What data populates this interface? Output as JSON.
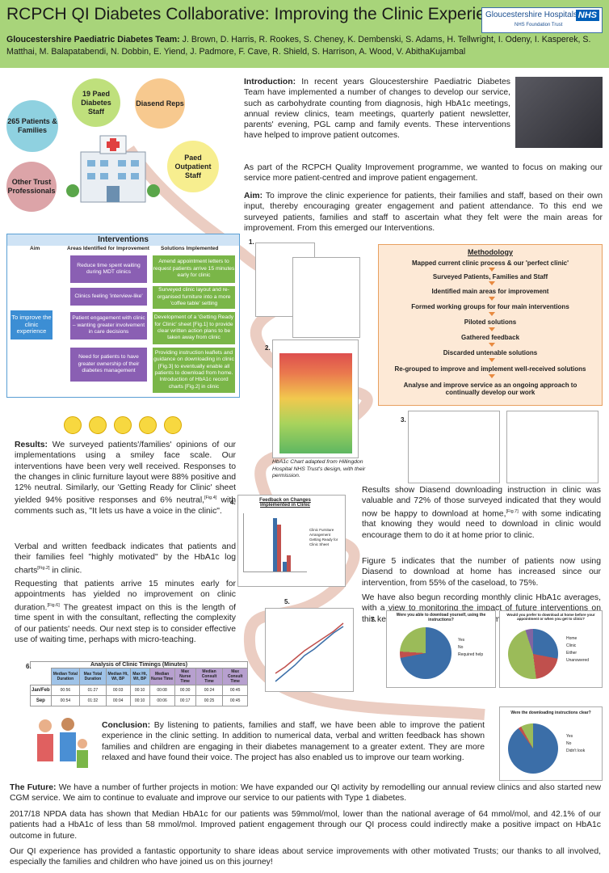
{
  "header": {
    "title": "RCPCH QI Diabetes Collaborative: Improving the Clinic Experience",
    "logo_name": "Gloucestershire Hospitals",
    "logo_nhs": "NHS",
    "logo_trust": "NHS Foundation Trust",
    "team_label": "Gloucestershire Paediatric Diabetes Team:",
    "team_members": "J. Brown, D. Harris, R. Rookes, S. Cheney, K. Dembenski, S. Adams, H. Tellwright, I. Odeny, I. Kasperek, S. Matthai, M. Balapatabendi, N. Dobbin, E. Yiend, J. Padmore, F. Cave, R. Shield, S. Harrison, A. Wood, V. AbithaKujambal"
  },
  "stakeholders": {
    "paed_staff": "19 Paed Diabetes Staff",
    "diasend_reps": "Diasend Reps",
    "patients": "265 Patients & Families",
    "outpatient": "Paed Outpatient Staff",
    "trust": "Other Trust Professionals"
  },
  "intro": {
    "label": "Introduction:",
    "text": "In recent years Gloucestershire Paediatric Diabetes Team have implemented a number of changes to develop our service, such as carbohydrate counting from diagnosis, high HbA1c meetings, annual review clinics, team meetings, quarterly patient newsletter, parents' evening, PGL camp and family events. These interventions have helped to improve patient outcomes.",
    "para2": "As part of the RCPCH Quality Improvement programme, we wanted to focus on making our service more patient-centred and improve patient engagement.",
    "aim_label": "Aim:",
    "aim_text": "To improve the clinic experience for patients, their families and staff, based on their own input, thereby encouraging greater engagement and patient attendance. To this end we surveyed patients, families and staff to ascertain what they felt were the main areas for improvement. From this emerged our Interventions."
  },
  "interventions": {
    "title": "Interventions",
    "col_aim": "Aim",
    "col_areas": "Areas Identified for Improvement",
    "col_solutions": "Solutions Implemented",
    "aim": "To improve the clinic experience",
    "areas": [
      "Reduce time spent waiting during MDT clinics",
      "Clinics feeling 'interview-like'",
      "Patient engagement with clinic – wanting greater involvement in care decisions",
      "Need for patients to have greater ownership of their diabetes management"
    ],
    "solutions": [
      "Amend appointment letters to request patients arrive 15 minutes early for clinic",
      "Surveyed clinic layout and re-organised furniture into a more 'coffee table' setting",
      "Development of a 'Getting Ready for Clinic' sheet [Fig.1] to provide clear written action plans to be taken away from clinic",
      "Providing instruction leaflets and guidance on downloading in clinic [Fig.3] to eventually enable all patients to download from home. Introduction of HbA1c record charts [Fig.2] in clinic"
    ]
  },
  "methodology": {
    "title": "Methodology",
    "steps": [
      "Mapped current clinic process & our 'perfect clinic'",
      "Surveyed Patients, Families and Staff",
      "Identified main areas for improvement",
      "Formed working groups for four main interventions",
      "Piloted solutions",
      "Gathered feedback",
      "Discarded untenable solutions",
      "Re-grouped to improve and implement well-received solutions",
      "Analyse and improve service as an ongoing approach to continually develop our work"
    ]
  },
  "figures": {
    "f1": "1.",
    "f2": "2.",
    "f3": "3.",
    "f4": "4.",
    "f5": "5.",
    "f6": "6.",
    "f7": "7.",
    "hba1c_caption": "HbA1c Chart adapted from Hillingdon Hospital NHS Trust's design, with their permission.",
    "feedback_title": "Feedback on Changes Implemented in Clinic",
    "feedback_legend": [
      "Clinic Furniture Arrangement",
      "Getting Ready for Clinic Sheet"
    ],
    "pie1_title": "Were you able to download yourself, using the instructions?",
    "pie1_legend": [
      "Yes",
      "No",
      "Required help"
    ],
    "pie2_title": "Would you prefer to download at home before your appointment or when you get to clinic?",
    "pie2_legend": [
      "Home",
      "Clinic",
      "Either",
      "Unanswered"
    ],
    "pie3_title": "Were the downloading instructions clear?",
    "pie3_legend": [
      "Yes",
      "No",
      "Didn't look"
    ]
  },
  "results": {
    "label": "Results:",
    "p1": "We surveyed patients'/families' opinions of our implementations using a smiley face scale. Our interventions have been very well received. Responses to the changes in clinic furniture layout were 88% positive and 12% neutral. Similarly, our 'Getting Ready for Clinic' sheet yielded 94% positive responses and 6% neutral,",
    "p1_ref": "[Fig.4]",
    "p1_end": " with comments such as, \"It lets us have a voice in the clinic\".",
    "p2": "Verbal and written feedback indicates that patients and their families feel \"highly motivated\" by the HbA1c log charts",
    "p2_ref": "[Fig.2]",
    "p2_end": " in clinic.",
    "p3": "Requesting that patients arrive 15 minutes early for appointments has yielded no improvement on clinic duration.",
    "p3_ref": "[Fig.6]",
    "p3_end": " The greatest impact on this is the length of time spent in with the consultant, reflecting the complexity of our patients' needs. Our next step is to consider effective use of waiting time, perhaps with micro-teaching."
  },
  "results_right": {
    "p1": "Results show Diasend downloading instruction in clinic was valuable and 72% of those surveyed indicated that they would now be happy to download at home,",
    "p1_ref": "[Fig.7]",
    "p1_end": " with some indicating that knowing they would need to download in clinic would encourage them to do it at home prior to clinic.",
    "p2": "Figure 5 indicates that the number of patients now using Diasend to download at home has increased since our intervention, from 55% of the caseload, to 75%.",
    "p3": "We have also begun recording monthly clinic HbA1c averages, with a view to monitoring the impact of future interventions on this key aspect of diabetes management."
  },
  "timing": {
    "title": "Analysis of Clinic Timings (Minutes)",
    "headers": [
      "",
      "Median Total Duration",
      "Max Total Duration",
      "Median Ht, Wt, BP",
      "Max Ht, Wt, BP",
      "Median Nurse Time",
      "Max Nurse Time",
      "Median Consult Time",
      "Max Consult Time"
    ],
    "rows": [
      [
        "Jan/Feb",
        "00:56",
        "01:27",
        "00:03",
        "00:10",
        "00:08",
        "00:30",
        "00:24",
        "00:45"
      ],
      [
        "Sep",
        "00:54",
        "01:32",
        "00:04",
        "00:10",
        "00:06",
        "00:17",
        "00:25",
        "00:45"
      ]
    ]
  },
  "conclusion": {
    "label": "Conclusion:",
    "text": "By listening to patients, families and staff, we have been able to improve the patient experience in the clinic setting. In addition to numerical data, verbal and written feedback has shown families and children are engaging in their diabetes management to a greater extent. They are more relaxed and have found their voice. The project has also enabled us to improve our team working."
  },
  "future": {
    "label": "The Future:",
    "text": "We have a number of further projects in motion: We have expanded our QI activity by remodelling our annual review clinics and also started new CGM service. We aim to continue to evaluate and improve our service to our patients with Type 1 diabetes.",
    "p2": "2017/18 NPDA data has shown that Median HbA1c for our patients was 59mmol/mol, lower than the national average of 64 mmol/mol, and 42.1% of our patients had a HbA1c of less than 58 mmol/mol. Improved patient engagement through our QI process could indirectly make a positive impact on HbA1c outcome in future.",
    "p3": "Our QI experience has provided a fantastic opportunity to share ideas about service improvements with other motivated Trusts; our thanks to all involved, especially the families and children who have joined us on this journey!"
  }
}
